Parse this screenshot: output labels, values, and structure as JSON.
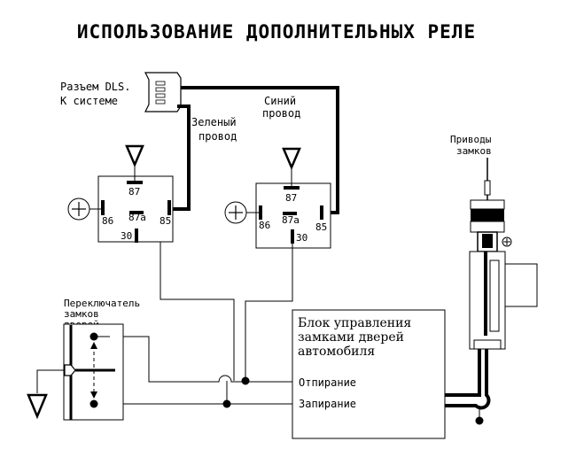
{
  "title": "ИСПОЛЬЗОВАНИЕ ДОПОЛНИТЕЛЬНЫХ РЕЛЕ",
  "connector": {
    "line1": "Разъем DLS.",
    "line2": "К системе"
  },
  "green_wire": {
    "line1": "Зеленый",
    "line2": "провод"
  },
  "blue_wire": {
    "line1": "Синий",
    "line2": "провод"
  },
  "actuators": {
    "line1": "Приводы",
    "line2": "замков"
  },
  "switch_label": {
    "line1": "Переключатель",
    "line2": "замков",
    "line3": "дверей"
  },
  "relay_left": {
    "pin87": "87",
    "pin87a": "87a",
    "pin86": "86",
    "pin85": "85",
    "pin30": "30"
  },
  "relay_right": {
    "pin87": "87",
    "pin87a": "87a",
    "pin86": "86",
    "pin85": "85",
    "pin30": "30"
  },
  "control_unit": {
    "line1": "Блок управления",
    "line2": "замками дверей",
    "line3": "автомобиля",
    "unlock": "Отпирание",
    "lock": "Запирание"
  }
}
